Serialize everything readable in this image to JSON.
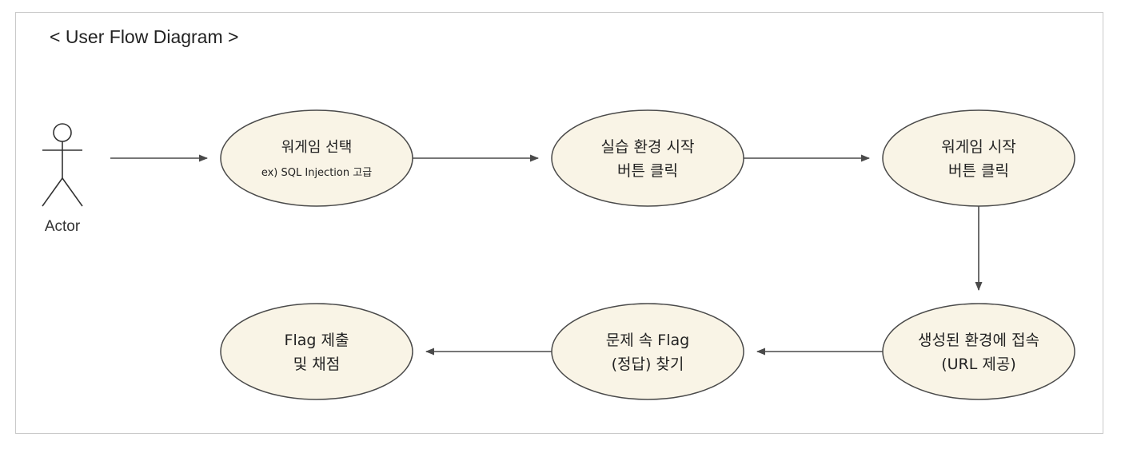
{
  "title": "< User Flow Diagram >",
  "colors": {
    "node_fill": "#f9f4e6",
    "node_stroke": "#4a4a4a",
    "arrow": "#4a4a4a",
    "frame_border": "#c9c9c9"
  },
  "actor": {
    "label": "Actor",
    "icon": "stick-figure-icon"
  },
  "nodes": [
    {
      "id": "select-wargame",
      "line1": "워게임 선택",
      "line2": "ex) SQL Injection 고급"
    },
    {
      "id": "start-lab",
      "line1": "실습 환경 시작",
      "line2": "버튼 클릭"
    },
    {
      "id": "start-wargame",
      "line1": "워게임 시작",
      "line2": "버튼 클릭"
    },
    {
      "id": "connect-env",
      "line1": "생성된 환경에 접속",
      "line2": "(URL 제공)"
    },
    {
      "id": "find-flag",
      "line1": "문제 속 Flag",
      "line2": "(정답) 찾기"
    },
    {
      "id": "submit-flag",
      "line1": "Flag 제출",
      "line2": "및 채점"
    }
  ],
  "edges": [
    {
      "from": "actor",
      "to": "select-wargame"
    },
    {
      "from": "select-wargame",
      "to": "start-lab"
    },
    {
      "from": "start-lab",
      "to": "start-wargame"
    },
    {
      "from": "start-wargame",
      "to": "connect-env"
    },
    {
      "from": "connect-env",
      "to": "find-flag"
    },
    {
      "from": "find-flag",
      "to": "submit-flag"
    }
  ]
}
